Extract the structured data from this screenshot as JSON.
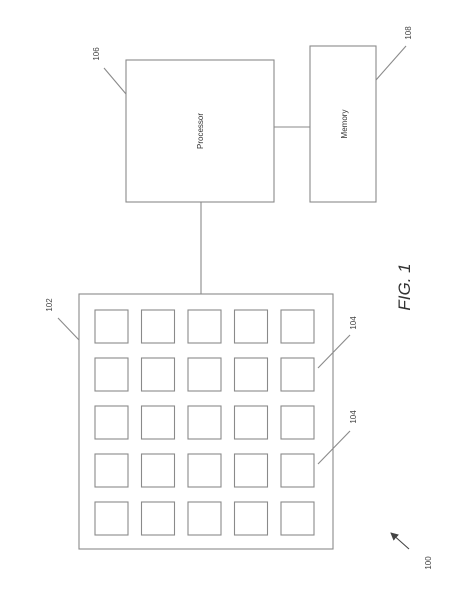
{
  "figure": {
    "caption": "FIG. 1",
    "system_ref": "100",
    "array_ref": "102",
    "element_ref_upper": "104",
    "element_ref_lower": "104",
    "processor_ref": "106",
    "memory_ref": "108",
    "processor_label": "Processor",
    "memory_label": "Memory",
    "grid_rows": 5,
    "grid_columns": 5
  }
}
